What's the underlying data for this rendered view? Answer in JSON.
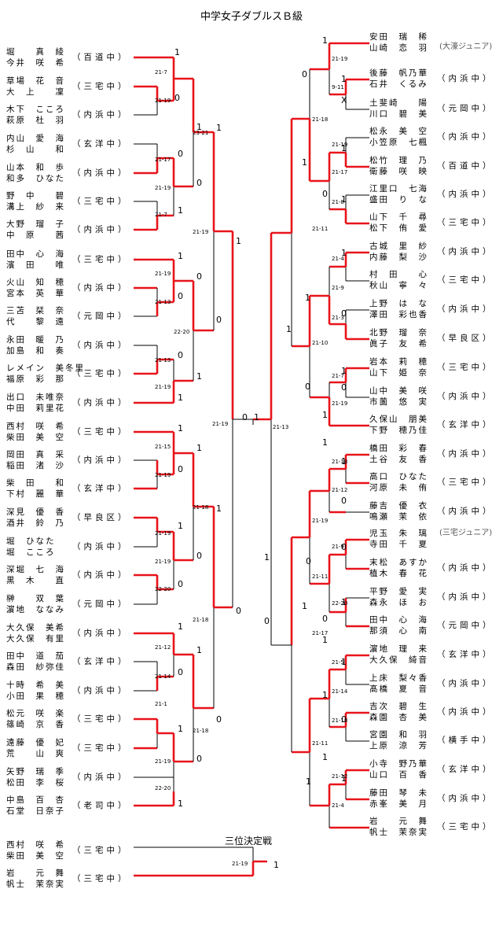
{
  "title": "中学女子ダブルスＢ級",
  "third_place_title": "三位決定戦",
  "notes": [
    "(大濠ジュニア)",
    "(三宅ジュニア)"
  ],
  "left": [
    {
      "p1": "堀　　真　綾",
      "p2": "今井　咲　希",
      "school": "（百道中）"
    },
    {
      "p1": "草場　花　音",
      "p2": "大　上　　凜",
      "school": "（三宅中）"
    },
    {
      "p1": "木下　こころ",
      "p2": "萩原　杜　羽",
      "school": "（内浜中）"
    },
    {
      "p1": "内山　愛　海",
      "p2": "杉　山　　和",
      "school": "（玄洋中）"
    },
    {
      "p1": "山本　和　歩",
      "p2": "和多　ひなた",
      "school": "（内浜中）"
    },
    {
      "p1": "野　中　　碧",
      "p2": "溝上　紗　来",
      "school": "（三宅中）"
    },
    {
      "p1": "大野　瑠　子",
      "p2": "中　原　　茜",
      "school": "（内浜中）"
    },
    {
      "p1": "田中　心　海",
      "p2": "濱　田　　唯",
      "school": "（三宅中）"
    },
    {
      "p1": "火山　知　穂",
      "p2": "宮本　英　華",
      "school": "（内浜中）"
    },
    {
      "p1": "三苫　栞　奈",
      "p2": "代　　黎　遠",
      "school": "（元岡中）"
    },
    {
      "p1": "永田　暖　乃",
      "p2": "加島　和　奏",
      "school": "（内浜中）"
    },
    {
      "p1": "レメイン　美冬里",
      "p2": "福原　彩　那",
      "school": "（三宅中）"
    },
    {
      "p1": "出口　未唯奈",
      "p2": "中田　莉里花",
      "school": "（内浜中）"
    },
    {
      "p1": "西村　咲　希",
      "p2": "柴田　美　空",
      "school": "（三宅中）"
    },
    {
      "p1": "岡田　真　采",
      "p2": "稲田　渚　沙",
      "school": "（内浜中）"
    },
    {
      "p1": "柴　田　　和",
      "p2": "下村　麗　華",
      "school": "（玄洋中）"
    },
    {
      "p1": "深見　優　香",
      "p2": "酒井　鈴　乃",
      "school": "（早良区）"
    },
    {
      "p1": "堀　ひなた",
      "p2": "堀　こころ",
      "school": "（内浜中）"
    },
    {
      "p1": "深堀　七　海",
      "p2": "黒　木　　直",
      "school": "（内浜中）"
    },
    {
      "p1": "榊　　双　葉",
      "p2": "濵地　ななみ",
      "school": "（元岡中）"
    },
    {
      "p1": "大久保　美希",
      "p2": "大久保　有里",
      "school": "（内浜中）"
    },
    {
      "p1": "田中　道　茄",
      "p2": "森田　紗弥佳",
      "school": "（玄洋中）"
    },
    {
      "p1": "十時　希　美",
      "p2": "小田　果　穂",
      "school": "（内浜中）"
    },
    {
      "p1": "松元　咲　楽",
      "p2": "篠崎　京　香",
      "school": "（三宅中）"
    },
    {
      "p1": "遠藤　優　妃",
      "p2": "荒　　山　爽",
      "school": "（三宅中）"
    },
    {
      "p1": "矢野　瑞　季",
      "p2": "松田　李　桜",
      "school": "（内浜中）"
    },
    {
      "p1": "中島　百　杏",
      "p2": "石堂　日奈子",
      "school": "（老司中）"
    }
  ],
  "right": [
    {
      "p1": "安田　瑞　稀",
      "p2": "山崎　恋　羽",
      "school": ""
    },
    {
      "p1": "後藤　帆乃華",
      "p2": "石井　くるみ",
      "school": "（内浜中）"
    },
    {
      "p1": "土斐崎　　陽",
      "p2": "川口　碧　美",
      "school": "（元岡中）"
    },
    {
      "p1": "松永　美　空",
      "p2": "小笠原　七楓",
      "school": "（内浜中）"
    },
    {
      "p1": "松竹　理　乃",
      "p2": "衛藤　咲　映",
      "school": "（百道中）"
    },
    {
      "p1": "江里口　七海",
      "p2": "盛田　り　な",
      "school": "（内浜中）"
    },
    {
      "p1": "山下　千　尋",
      "p2": "松下　侑　愛",
      "school": "（三宅中）"
    },
    {
      "p1": "古城　里　紗",
      "p2": "内藤　梨　沙",
      "school": "（内浜中）"
    },
    {
      "p1": "村　田　　心",
      "p2": "秋山　寧　々",
      "school": "（三宅中）"
    },
    {
      "p1": "上野　は　な",
      "p2": "澤田　彩也香",
      "school": "（内浜中）"
    },
    {
      "p1": "北野　瑠　奈",
      "p2": "眞子　友　希",
      "school": "（早良区）"
    },
    {
      "p1": "岩本　莉　穂",
      "p2": "山下　姫　奈",
      "school": "（三宅中）"
    },
    {
      "p1": "山中　美　咲",
      "p2": "市薗　悠　実",
      "school": "（内浜中）"
    },
    {
      "p1": "久保山　朋美",
      "p2": "下野　穂乃佳",
      "school": "（玄洋中）"
    },
    {
      "p1": "橋田　彩　春",
      "p2": "土谷　友　香",
      "school": "（内浜中）"
    },
    {
      "p1": "高口　ひなた",
      "p2": "河原　未　侑",
      "school": "（三宅中）"
    },
    {
      "p1": "藤吉　優　衣",
      "p2": "鳴瀬　茉　依",
      "school": "（内浜中）"
    },
    {
      "p1": "児玉　朱　璃",
      "p2": "寺田　千　夏",
      "school": ""
    },
    {
      "p1": "末松　あすか",
      "p2": "植木　春　花",
      "school": "（内浜中）"
    },
    {
      "p1": "平野　愛　実",
      "p2": "森永　ほ　お",
      "school": "（内浜中）"
    },
    {
      "p1": "田中　心　海",
      "p2": "那須　心　南",
      "school": "（元岡中）"
    },
    {
      "p1": "濵地　理　来",
      "p2": "大久保　綺音",
      "school": "（玄洋中）"
    },
    {
      "p1": "上床　梨々香",
      "p2": "髙橋　夏　音",
      "school": "（内浜中）"
    },
    {
      "p1": "吉次　碧　生",
      "p2": "森園　杏　美",
      "school": "（内浜中）"
    },
    {
      "p1": "宮園　和　羽",
      "p2": "上原　涼　芳",
      "school": "（横手中）"
    },
    {
      "p1": "小寺　野乃華",
      "p2": "山口　百　香",
      "school": "（玄洋中）"
    },
    {
      "p1": "藤田　琴　未",
      "p2": "赤峯　美　月",
      "school": "（内浜中）"
    },
    {
      "p1": "岩　　元　舞",
      "p2": "帆士　茉奈実",
      "school": "（三宅中）"
    }
  ],
  "third": [
    {
      "p1": "西村　咲　希",
      "p2": "柴田　美　空",
      "school": "（三宅中）"
    },
    {
      "p1": "岩　　元　舞",
      "p2": "帆士　茉奈実",
      "school": "（三宅中）"
    }
  ],
  "marks": {
    "m1": "1",
    "m0": "0",
    "mx": "X",
    "won": "1",
    "lost": "0"
  },
  "scores": {
    "L": [
      "21-7",
      "21-19",
      "23-21",
      "21-17",
      "21-19",
      "21-7",
      "21-19",
      "21-19",
      "21-13",
      "22-20",
      "21-13",
      "21-19",
      "21-15",
      "21-19",
      "21-18",
      "21-19",
      "21-19",
      "22-20",
      "21-12",
      "21-14",
      "21-1",
      "21-18",
      "21-19",
      "22-20",
      "21-18",
      "21-19"
    ],
    "R": [
      "21-19",
      "9-11",
      "21-18",
      "21-19",
      "21-17",
      "21-8",
      "21-11",
      "21-4",
      "21-9",
      "21-3",
      "21-10",
      "21-7",
      "21-19",
      "21-18",
      "21-12",
      "21-19",
      "21-9",
      "21-11",
      "22-20",
      "21-17",
      "21-5",
      "21-14",
      "21-18",
      "21-11",
      "21-12",
      "21-4"
    ],
    "F": [
      "21-13"
    ],
    "T": [
      "21-19"
    ]
  }
}
